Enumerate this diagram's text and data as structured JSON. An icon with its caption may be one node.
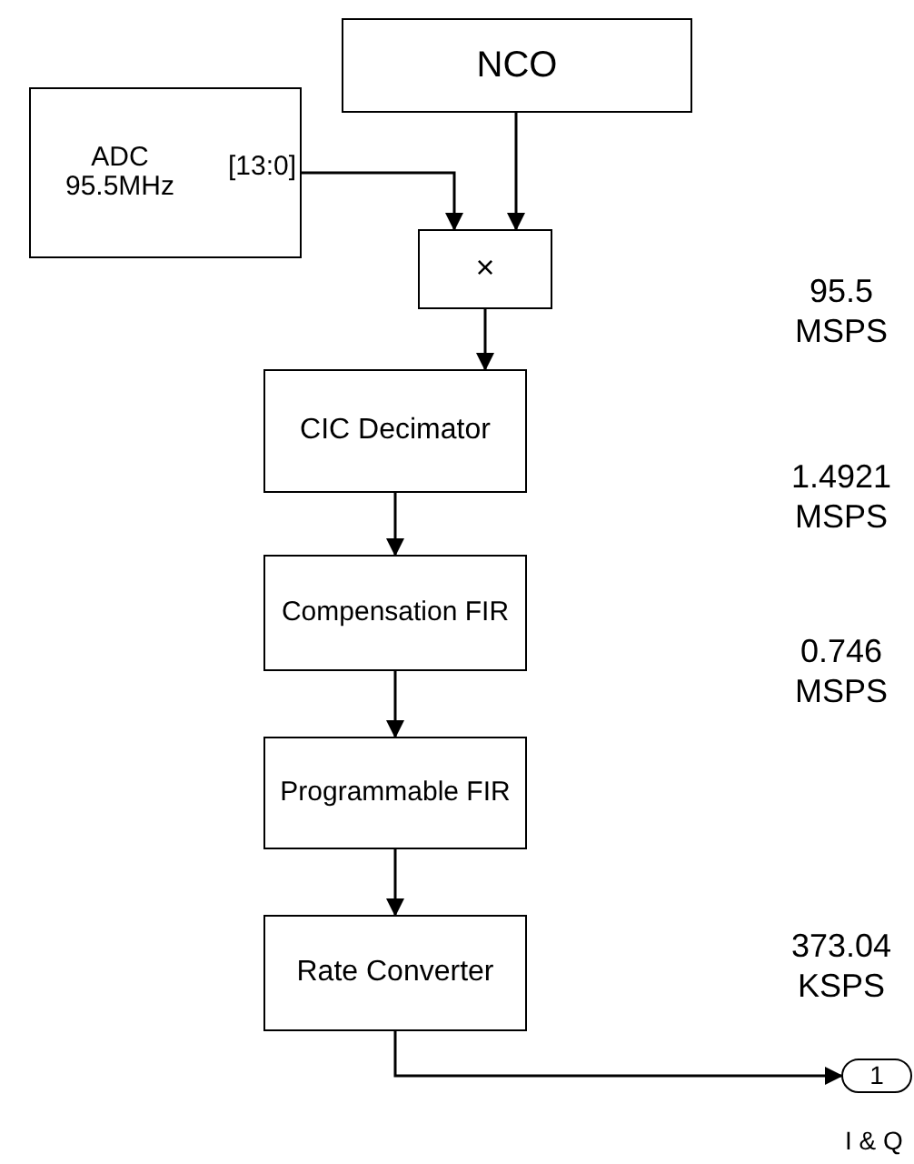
{
  "diagram": {
    "nodes": [
      {
        "text": [
          "NCO"
        ]
      },
      {
        "text": [
          "ADC 95.5MHz",
          "[13:0]"
        ]
      },
      {
        "text": [
          "×"
        ]
      },
      {
        "text": [
          "CIC Decimator"
        ]
      },
      {
        "text": [
          "Compensation FIR"
        ]
      },
      {
        "text": [
          "Programmable FIR"
        ]
      },
      {
        "text": [
          "Rate Converter"
        ]
      },
      {
        "text": [
          "1"
        ],
        "beside": [
          "I & Q"
        ]
      }
    ],
    "edges": [
      {
        "from": 1,
        "to": 2,
        "arrow": "to"
      },
      {
        "from": 0,
        "to": 2,
        "arrow": "to"
      },
      {
        "from": 2,
        "to": 3,
        "arrow": "to"
      },
      {
        "from": 3,
        "to": 4,
        "arrow": "to"
      },
      {
        "from": 4,
        "to": 5,
        "arrow": "to"
      },
      {
        "from": 5,
        "to": 6,
        "arrow": "to"
      },
      {
        "from": 6,
        "to": 7,
        "arrow": "to"
      }
    ],
    "labels": [
      "95.5 MSPS",
      "1.4921 MSPS",
      "0.746 MSPS",
      "373.04 KSPS"
    ]
  }
}
